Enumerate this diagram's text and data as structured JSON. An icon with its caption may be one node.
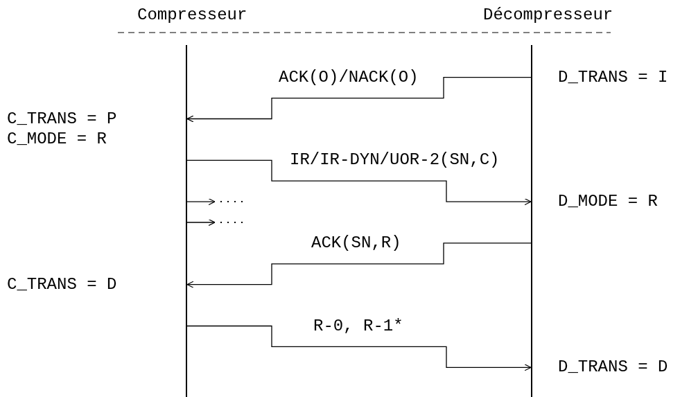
{
  "diagram": {
    "nodes": [
      {
        "text": [],
        "shape": "bar"
      },
      {
        "text": [],
        "shape": "bar"
      }
    ],
    "edges": [
      {
        "from": 1,
        "to": 0,
        "arrow": "to",
        "label": "ACK(O)/NACK(O)"
      },
      {
        "from": 0,
        "to": 1,
        "arrow": "to",
        "label": "IR/IR-DYN/UOR-2(SN,C)"
      },
      {
        "from": 0,
        "to": null,
        "arrow": "to"
      },
      {
        "from": 0,
        "to": null,
        "arrow": "to"
      },
      {
        "from": 1,
        "to": 0,
        "arrow": "to",
        "label": "ACK(SN,R)"
      },
      {
        "from": 0,
        "to": 1,
        "arrow": "to",
        "label": "R-0, R-1*"
      }
    ],
    "labels": [
      "Compresseur",
      "Décompresseur",
      "D_TRANS = I",
      "C_TRANS = P",
      "C_MODE = R",
      "D_MODE = R",
      "C_TRANS = D",
      "D_TRANS = D"
    ]
  }
}
